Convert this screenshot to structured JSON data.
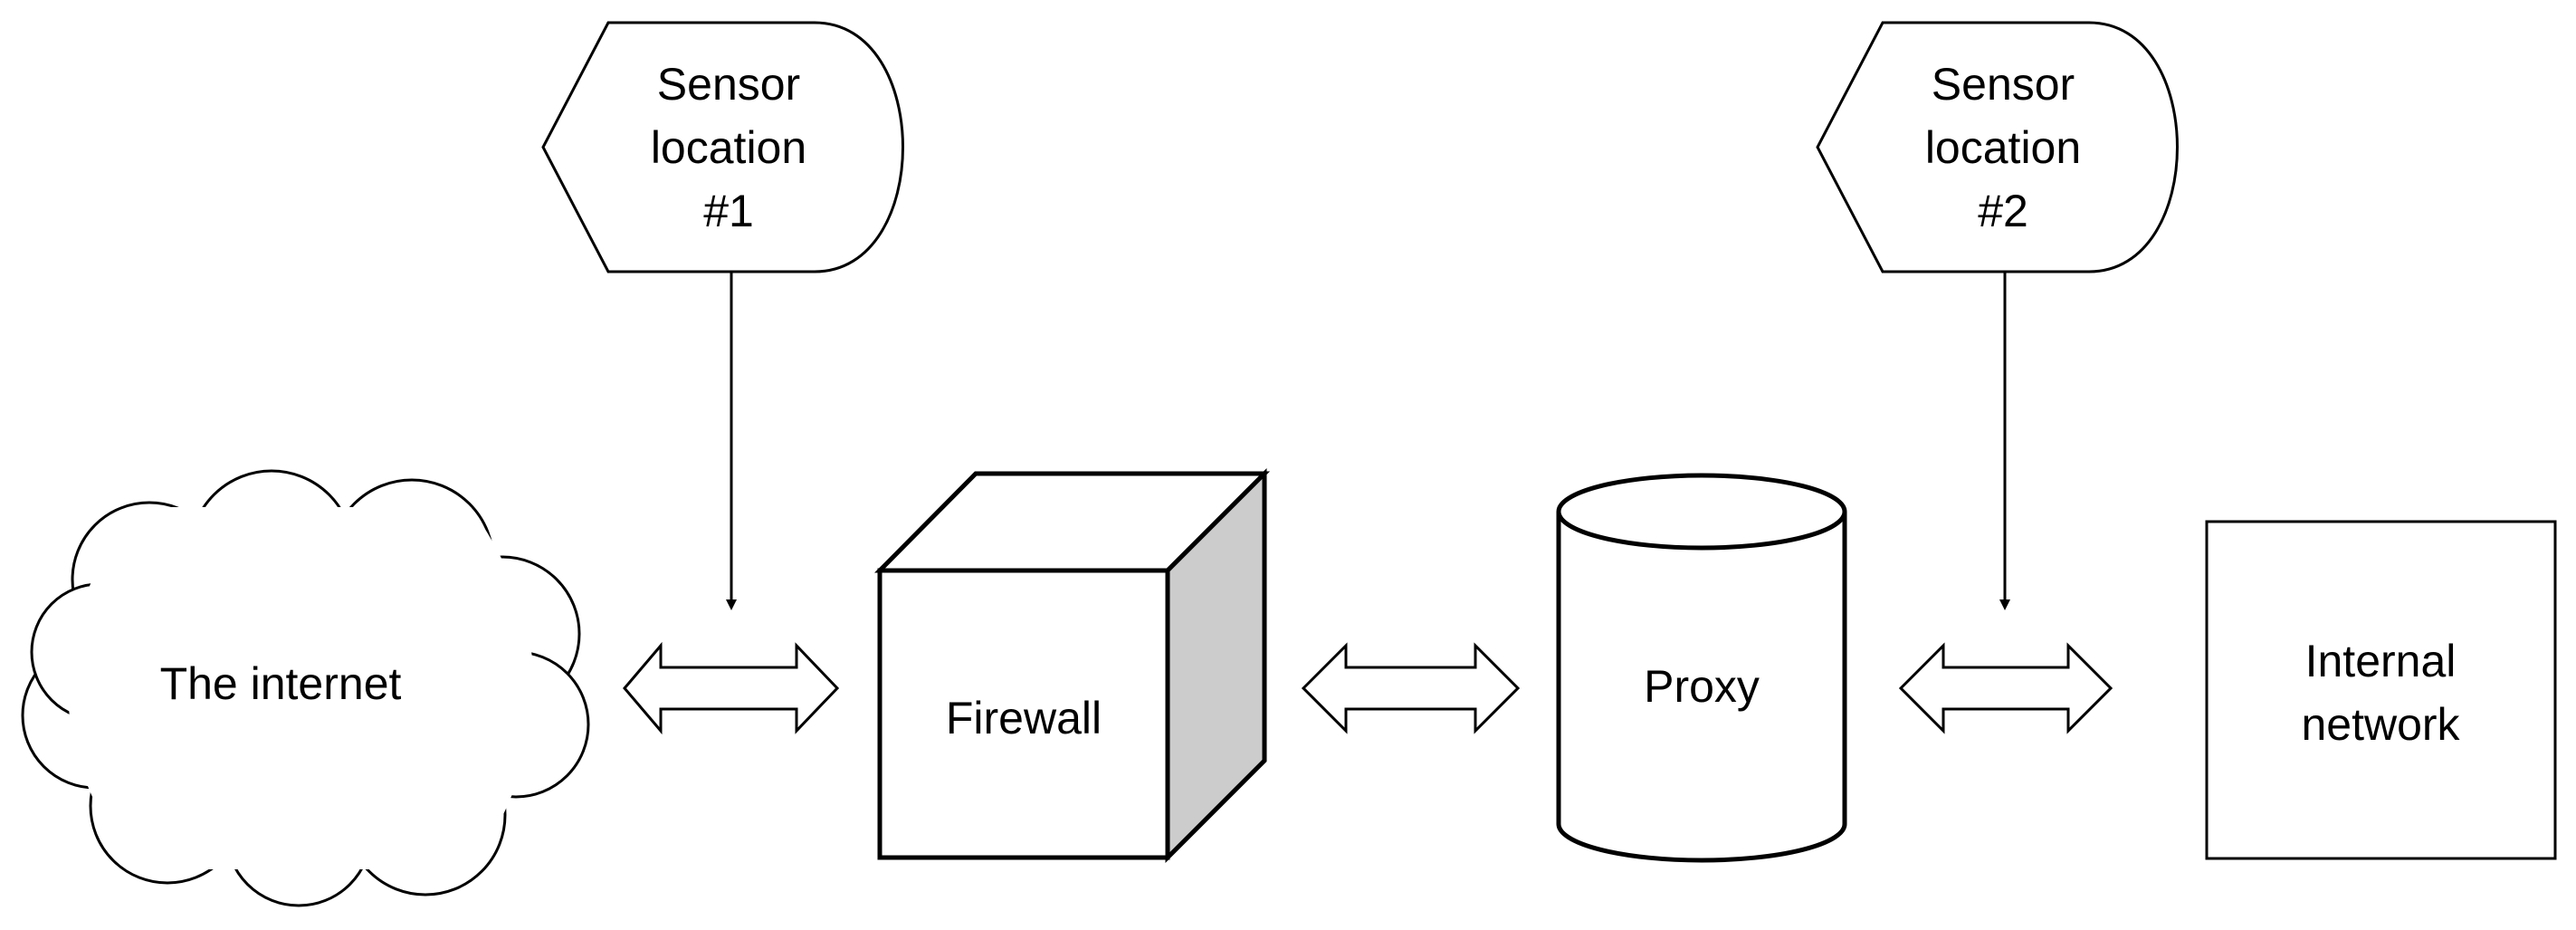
{
  "colors": {
    "stroke": "#000000",
    "fill": "#ffffff",
    "shade": "#cccccc"
  },
  "sensors": [
    {
      "lines": [
        "Sensor",
        "location",
        "#1"
      ]
    },
    {
      "lines": [
        "Sensor",
        "location",
        "#2"
      ]
    }
  ],
  "nodes": {
    "internet": {
      "label": "The internet",
      "shape": "cloud"
    },
    "firewall": {
      "label": "Firewall",
      "shape": "cube"
    },
    "proxy": {
      "label": "Proxy",
      "shape": "cylinder"
    },
    "internal": {
      "lines": [
        "Internal",
        "network"
      ],
      "shape": "rectangle"
    }
  },
  "connectors": [
    {
      "from": "internet",
      "to": "firewall",
      "type": "double-arrow"
    },
    {
      "from": "firewall",
      "to": "proxy",
      "type": "double-arrow"
    },
    {
      "from": "proxy",
      "to": "internal",
      "type": "double-arrow"
    }
  ]
}
